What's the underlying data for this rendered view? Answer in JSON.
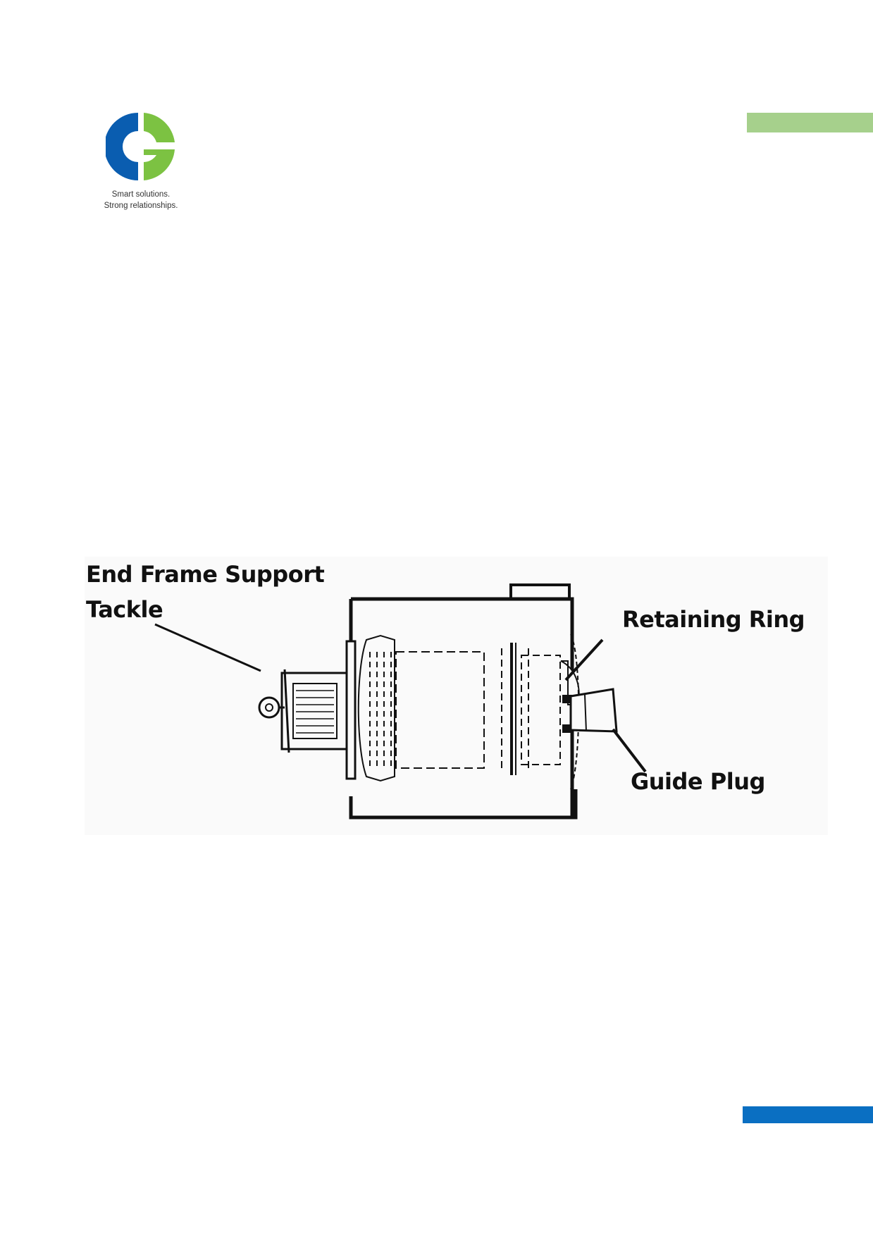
{
  "logo": {
    "tagline_line1": "Smart solutions.",
    "tagline_line2": "Strong relationships.",
    "colors": {
      "blue": "#0a5db0",
      "green": "#7cc242"
    }
  },
  "accents": {
    "top_bar_color": "#a6d08c",
    "bottom_bar_color": "#0a6fc2"
  },
  "diagram": {
    "labels": {
      "end_frame_line1": "End Frame Support",
      "end_frame_line2": "Tackle",
      "retaining_ring": "Retaining Ring",
      "guide_plug": "Guide Plug"
    }
  }
}
